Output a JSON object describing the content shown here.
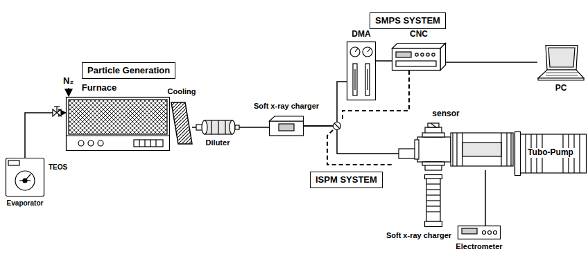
{
  "diagram": {
    "nodes": [
      {
        "text": [
          "Particle Generation"
        ]
      },
      {
        "text": [
          "Evaporator"
        ]
      },
      {
        "text": [
          "Furnace"
        ]
      },
      {
        "text": [
          "Cooling"
        ]
      },
      {
        "text": [
          "Diluter"
        ]
      },
      {
        "text": [
          "Soft x-ray charger"
        ]
      },
      {
        "text": [
          "SMPS SYSTEM"
        ]
      },
      {
        "text": [
          "DMA"
        ]
      },
      {
        "text": [
          "CNC"
        ]
      },
      {
        "text": [
          "PC"
        ]
      },
      {
        "text": [
          "sensor"
        ]
      },
      {
        "text": [
          "Tubo-Pump"
        ]
      },
      {
        "text": [
          "ISPM SYSTEM"
        ]
      },
      {
        "text": [
          "Soft x-ray charger"
        ]
      },
      {
        "text": [
          "Electrometer"
        ]
      }
    ],
    "edges": [
      {
        "from": 1,
        "to": 2,
        "arrow": "to"
      },
      {
        "from": 3,
        "to": 4,
        "arrow": "none"
      },
      {
        "from": 4,
        "to": 5,
        "arrow": "none"
      },
      {
        "from": 5,
        "to": 7,
        "arrow": "none"
      },
      {
        "from": 5,
        "to": 10,
        "arrow": "none"
      },
      {
        "from": 7,
        "to": 8,
        "arrow": "none"
      },
      {
        "from": 8,
        "to": 9,
        "arrow": "none"
      },
      {
        "from": 10,
        "to": 14,
        "arrow": "none"
      }
    ],
    "labels": [
      "N₂",
      "TEOS"
    ]
  }
}
